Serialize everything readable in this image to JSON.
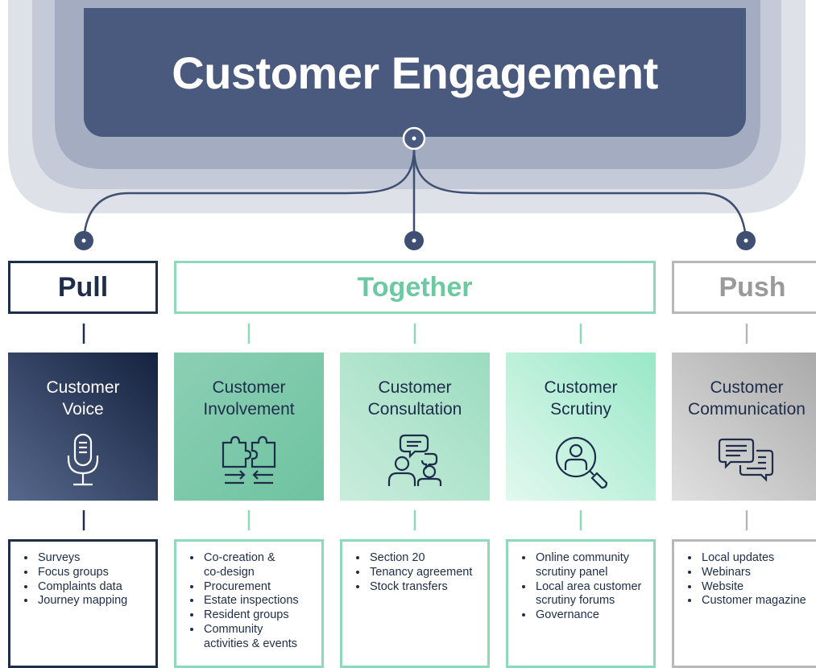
{
  "title": "Customer Engagement",
  "categories": {
    "pull": "Pull",
    "together": "Together",
    "push": "Push"
  },
  "columns": [
    {
      "title_line1": "Customer",
      "title_line2": "Voice",
      "icon": "microphone-icon",
      "items": [
        "Surveys",
        "Focus groups",
        "Complaints data",
        "Journey mapping"
      ]
    },
    {
      "title_line1": "Customer",
      "title_line2": "Involvement",
      "icon": "puzzle-pieces-icon",
      "items": [
        "Co-creation &\nco-design",
        "Procurement",
        "Estate inspections",
        "Resident groups",
        "Community\nactivities & events"
      ]
    },
    {
      "title_line1": "Customer",
      "title_line2": "Consultation",
      "icon": "people-discussion-icon",
      "items": [
        "Section 20",
        "Tenancy agreement",
        "Stock transfers"
      ]
    },
    {
      "title_line1": "Customer",
      "title_line2": "Scrutiny",
      "icon": "magnifier-person-icon",
      "items": [
        "Online community\nscrutiny panel",
        "Local area customer\nscrutiny forums",
        "Governance"
      ]
    },
    {
      "title_line1": "Customer",
      "title_line2": "Communication",
      "icon": "chat-bubbles-icon",
      "items": [
        "Local updates",
        "Webinars",
        "Website",
        "Customer magazine"
      ]
    }
  ],
  "colors": {
    "navy": "#1e2d4a",
    "title_panel": "#4a5a7e",
    "green": "#8fd9bb",
    "grey": "#b8b8b8"
  }
}
